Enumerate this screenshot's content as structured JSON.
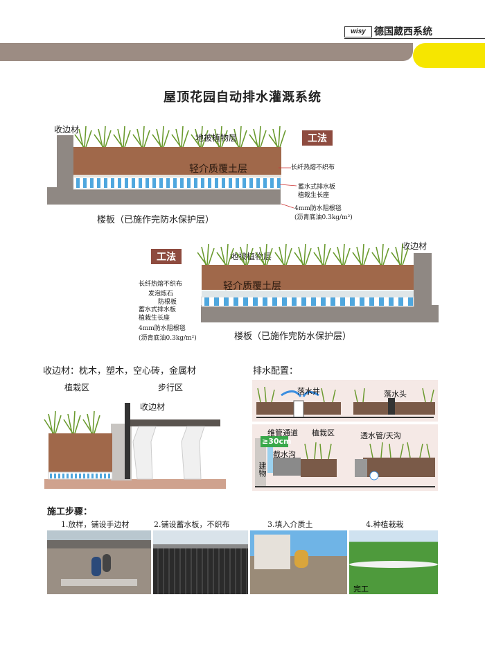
{
  "brand": {
    "logo_text": "wisy",
    "name": "德国葳西系统"
  },
  "title": "屋顶花园自动排水灌溉系统",
  "diagram1": {
    "edge_material": "收边材",
    "plant_layer": "地被植物层",
    "method_badge": "工法",
    "soil_layer": "轻介质覆土层",
    "fabric": "长纤热熔不织布",
    "drain_board_1": "蓄水式排水板",
    "drain_board_2": "植栽生长座",
    "membrane": "4mm防水阻根毯",
    "membrane_note": "(沥青底油0.3kg/m²)",
    "floor_slab": "楼板（已施作完防水保护层）"
  },
  "diagram2": {
    "method_badge": "工法",
    "plant_layer": "地被植物层",
    "edge_material": "收边材",
    "fabric": "长纤热熔不织布",
    "pebbles": "发泡炼石",
    "root_board": "防根板",
    "drain_board_1": "蓄水式排水板",
    "drain_board_2": "植栽生长座",
    "soil_layer": "轻介质覆土层",
    "membrane": "4mm防水阻根毯",
    "membrane_note": "(沥青底油0.3kg/m²)",
    "floor_slab": "楼板（已施作完防水保护层）"
  },
  "edge_line": "收边材：枕木，塑木，空心砖，金属材",
  "drain_config_title": "排水配置：",
  "section3": {
    "planting_zone": "植栽区",
    "walk_zone": "步行区",
    "edge_material": "收边材"
  },
  "drain_panels": {
    "well": "落水井",
    "drain_head": "落水头",
    "pipe_channel": "维管通道",
    "planting_zone": "植栽区",
    "distance": "≥30cm",
    "gutter": "截水沟",
    "building": "建物",
    "perforated": "透水管/天沟"
  },
  "steps": {
    "title": "施工步骤：",
    "items": [
      {
        "label": "1.放样，铺设手边材"
      },
      {
        "label": "2.铺设蓄水板，不织布"
      },
      {
        "label": "3.填入介质土"
      },
      {
        "label": "4.种植栽栽"
      }
    ],
    "photo4_caption": "完工"
  },
  "colors": {
    "soil": "#a0684a",
    "concrete": "#8f8883",
    "drain_blue": "#4fa7de",
    "method": "#8e4b3f",
    "band": "#9c8c83",
    "yellow": "#f6e600",
    "panel_bg": "#f5e9e6"
  }
}
